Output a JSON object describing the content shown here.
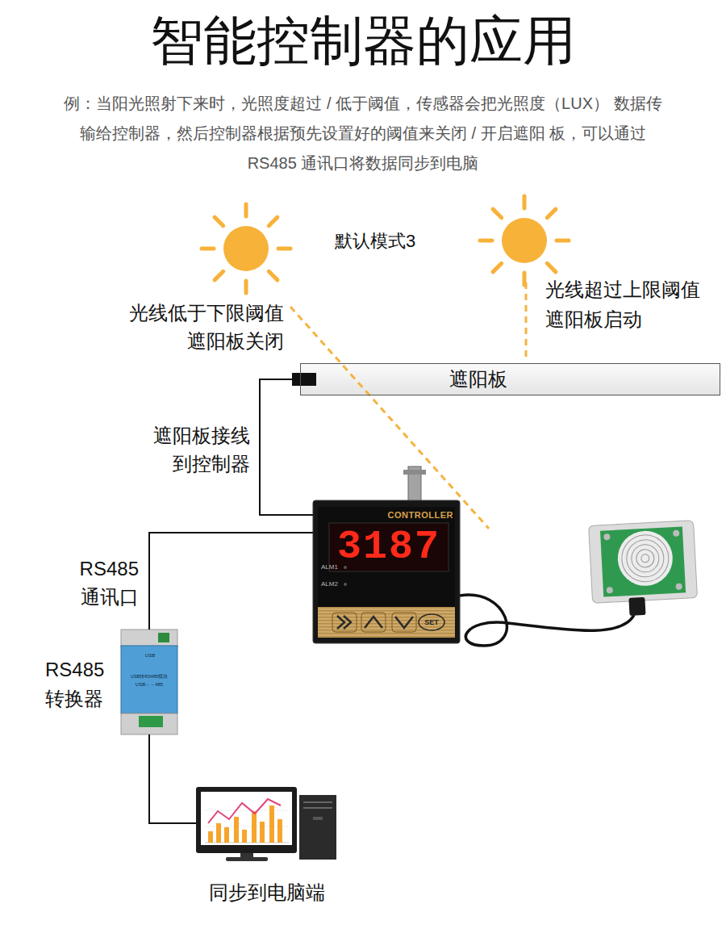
{
  "diagram": {
    "title": "智能控制器的应用",
    "caption": "例：当阳光照射下来时，光照度超过 / 低于阈值，传感器会把光照度（LUX） 数据传输给控制器，然后控制器根据预先设置好的阈值来关闭 / 开启遮阳 板，可以通过 RS485 通讯口将数据同步到电脑",
    "nodes": [
      {
        "text": [
          "遮阳板"
        ]
      },
      {
        "text": [
          "CONTROLLER",
          "3187",
          "ALM1",
          "ALM2",
          "SET"
        ]
      },
      {
        "text": [
          "RS485 转换器",
          "USB",
          "USB转RS485模块",
          "USB←→485"
        ]
      },
      {
        "text": [
          "同步到电脑端"
        ]
      }
    ],
    "edges": [
      {
        "from": 0,
        "to": 1,
        "arrow": "none",
        "label": "遮阳板接线 到控制器"
      },
      {
        "from": 1,
        "to": 2,
        "arrow": "none",
        "label": "RS485 通讯口"
      },
      {
        "from": 2,
        "to": 3,
        "arrow": "none"
      }
    ],
    "labels": [
      "默认模式3",
      "光线低于下限阈值 遮阳板关闭",
      "光线超过上限阈值 遮阳板启动"
    ]
  }
}
